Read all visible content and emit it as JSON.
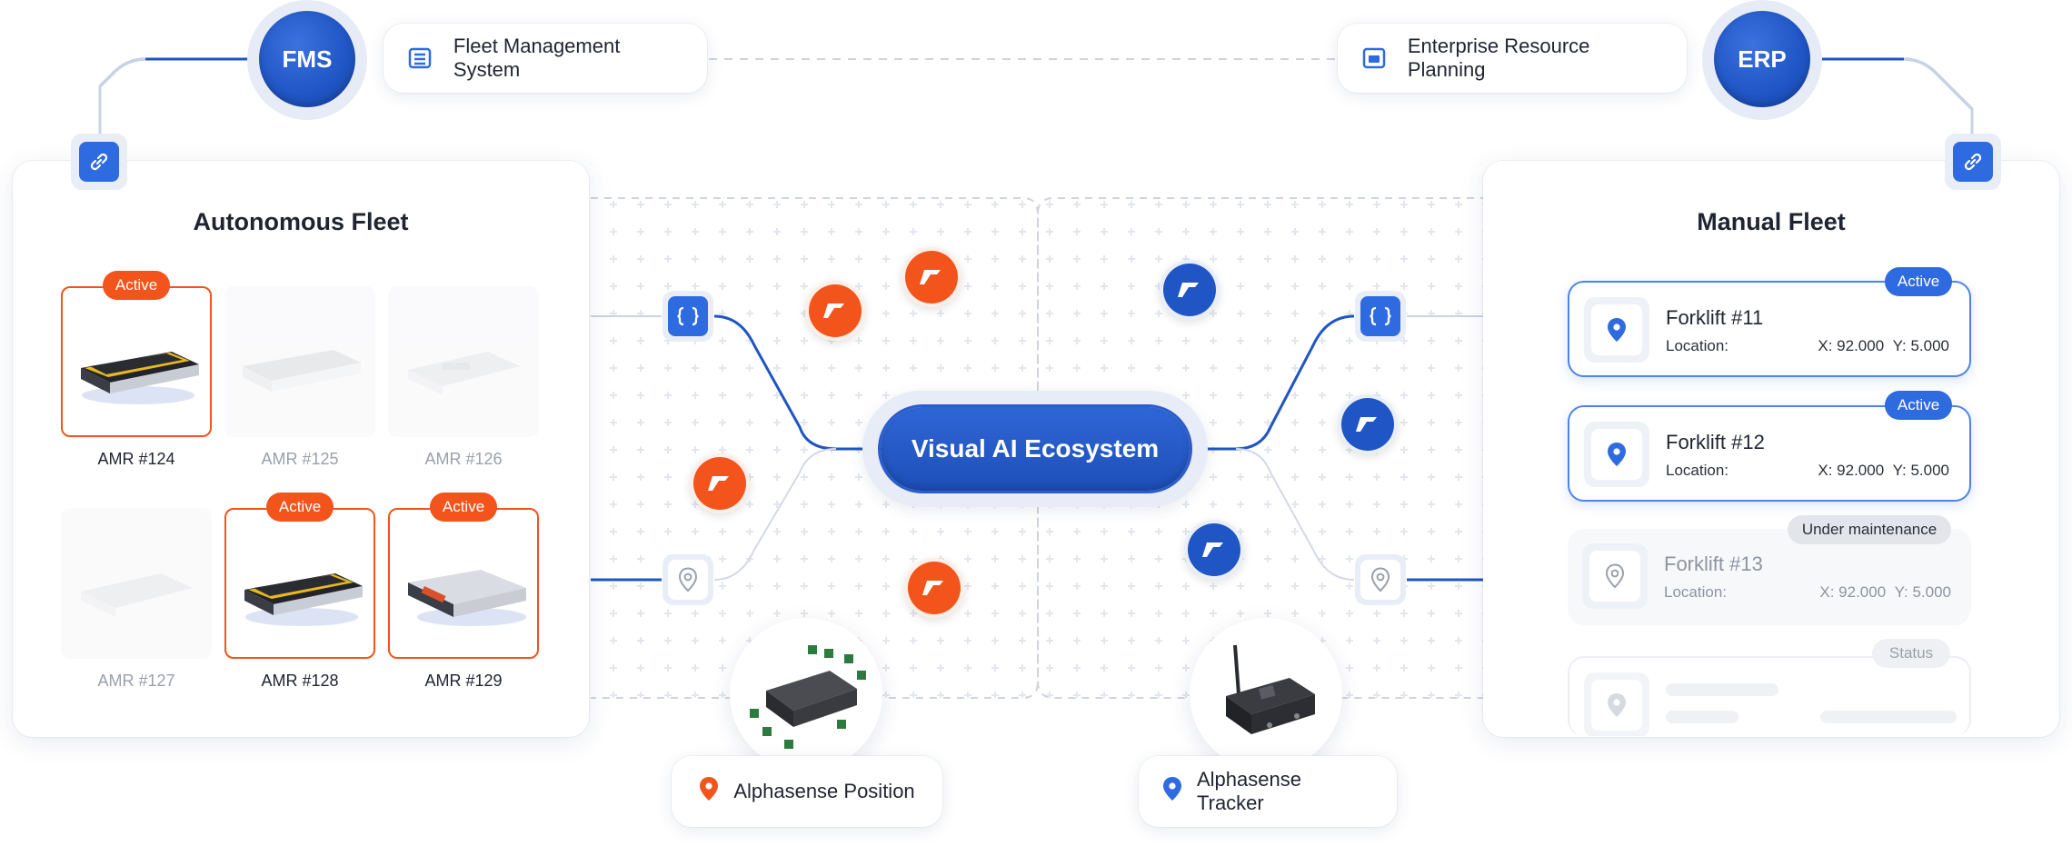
{
  "top": {
    "fms": {
      "badge": "FMS",
      "label": "Fleet Management System",
      "icon": "server-list-icon"
    },
    "erp": {
      "badge": "ERP",
      "label": "Enterprise Resource Planning",
      "icon": "dashboard-panel-icon"
    }
  },
  "center": {
    "title": "Visual AI Ecosystem"
  },
  "products": {
    "position": {
      "label": "Alphasense Position",
      "pin_color": "#f2541b"
    },
    "tracker": {
      "label": "Alphasense Tracker",
      "pin_color": "#2f6be0"
    }
  },
  "autonomous_fleet": {
    "title": "Autonomous Fleet",
    "robots": [
      {
        "label": "AMR #124",
        "status": "Active"
      },
      {
        "label": "AMR #125",
        "status": ""
      },
      {
        "label": "AMR #126",
        "status": ""
      },
      {
        "label": "AMR #127",
        "status": ""
      },
      {
        "label": "AMR #128",
        "status": "Active"
      },
      {
        "label": "AMR #129",
        "status": "Active"
      }
    ]
  },
  "manual_fleet": {
    "title": "Manual Fleet",
    "forklifts": [
      {
        "name": "Forklift #11",
        "location_label": "Location:",
        "x": "X: 92.000",
        "y": "Y: 5.000",
        "status": "Active"
      },
      {
        "name": "Forklift #12",
        "location_label": "Location:",
        "x": "X: 92.000",
        "y": "Y: 5.000",
        "status": "Active"
      },
      {
        "name": "Forklift #13",
        "location_label": "Location:",
        "x": "X: 92.000",
        "y": "Y: 5.000",
        "status": "Under maintenance"
      },
      {
        "status": "Status"
      }
    ]
  },
  "colors": {
    "brand_blue": "#1f55c4",
    "accent_orange": "#f2541b",
    "active_blue": "#2f6be0"
  }
}
